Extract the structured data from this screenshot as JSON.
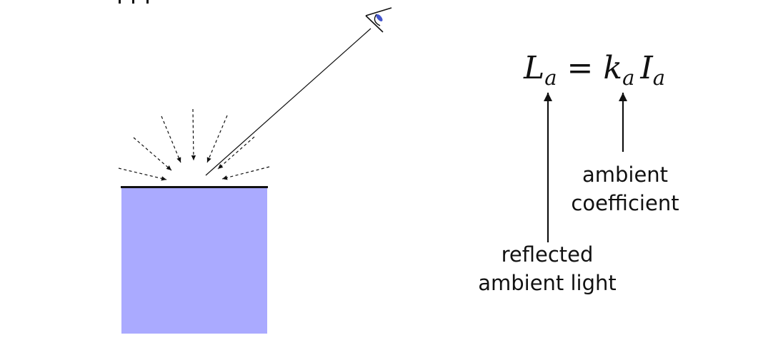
{
  "equation": {
    "lhs_symbol": "L",
    "lhs_subscript": "a",
    "operator": "=",
    "coef_symbol": "k",
    "coef_subscript": "a",
    "intensity_symbol": "I",
    "intensity_subscript": "a"
  },
  "labels": {
    "reflected_line1": "reflected",
    "reflected_line2": "ambient light",
    "coefficient_line1": "ambient",
    "coefficient_line2": "coefficient"
  },
  "colors": {
    "surface_fill": "#aaaaff",
    "eye_pupil": "#4455cc",
    "stroke": "#111111"
  }
}
